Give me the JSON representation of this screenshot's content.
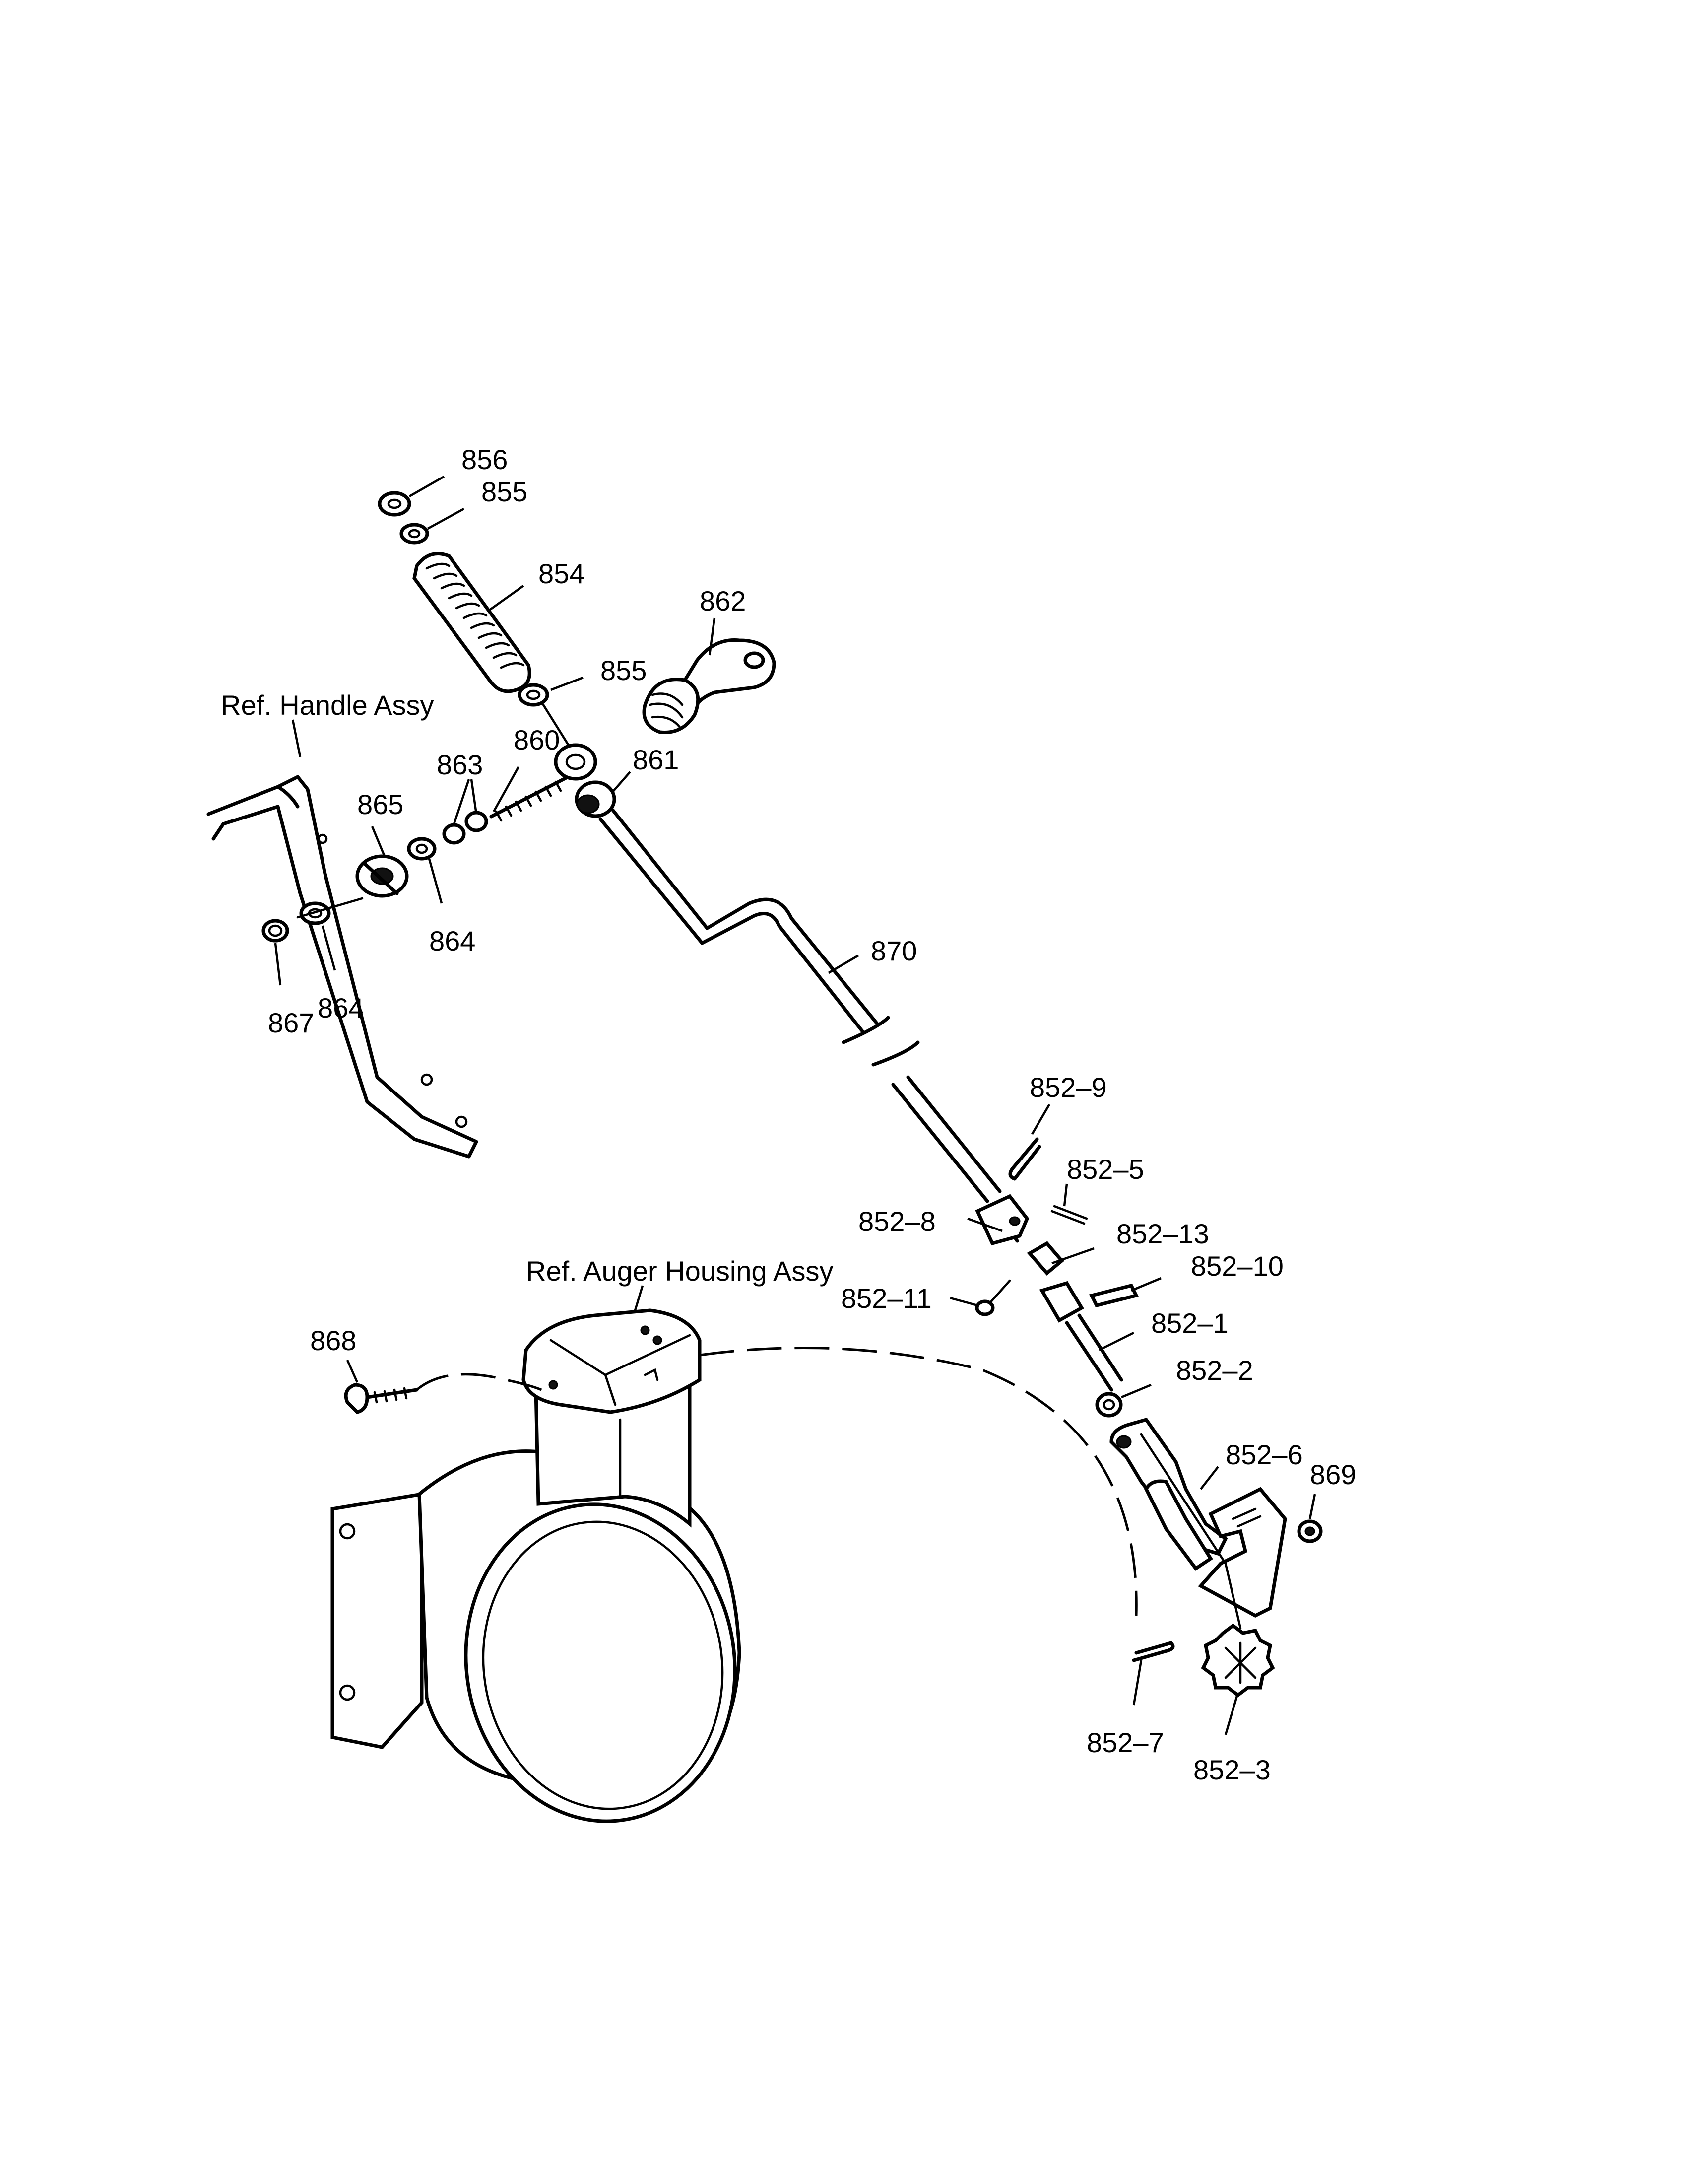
{
  "references": {
    "handle_assy": "Ref. Handle Assy",
    "auger_housing_assy": "Ref. Auger Housing Assy"
  },
  "callouts": {
    "c856": "856",
    "c855_top": "855",
    "c854": "854",
    "c862": "862",
    "c855_mid": "855",
    "c860": "860",
    "c863": "863",
    "c861": "861",
    "c865": "865",
    "c864_right": "864",
    "c867": "867",
    "c864_left": "864",
    "c870": "870",
    "c852_9": "852–9",
    "c852_5": "852–5",
    "c852_8": "852–8",
    "c852_13": "852–13",
    "c852_10": "852–10",
    "c852_11": "852–11",
    "c852_1": "852–1",
    "c852_2": "852–2",
    "c868": "868",
    "c852_6": "852–6",
    "c869": "869",
    "c852_7": "852–7",
    "c852_3": "852–3"
  }
}
